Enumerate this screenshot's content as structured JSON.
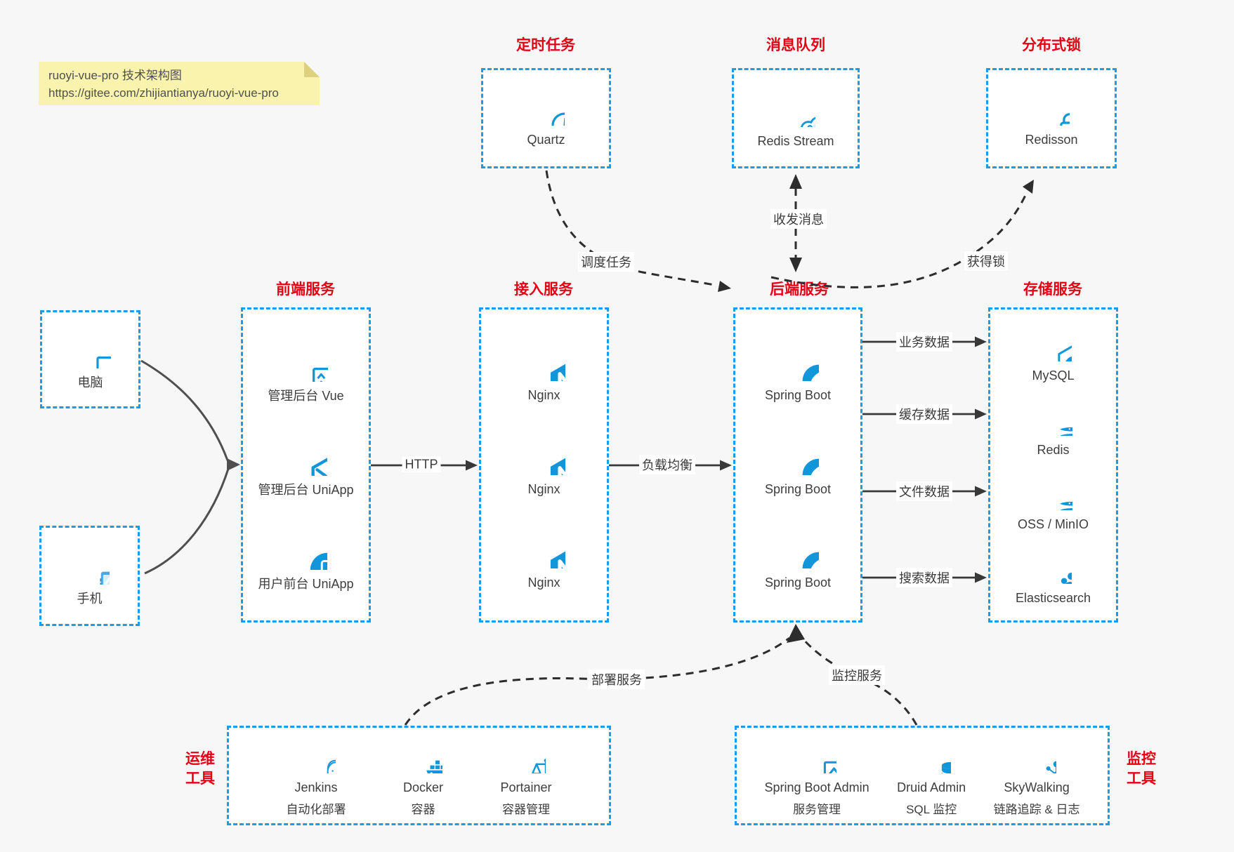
{
  "colors": {
    "accent_blue": "#1296db",
    "border_blue": "#1b9be9",
    "title_red": "#e60014",
    "canvas_bg": "#f7f7f7",
    "note_bg": "#faf3ae",
    "connector_dark": "#2d2d2d"
  },
  "note": {
    "line1": "ruoyi-vue-pro 技术架构图",
    "line2": "https://gitee.com/zhijiantianya/ruoyi-vue-pro"
  },
  "top_groups": [
    {
      "title": "定时任务",
      "item": {
        "icon": "clock-icon",
        "label": "Quartz"
      }
    },
    {
      "title": "消息队列",
      "item": {
        "icon": "cloud-stream-icon",
        "label": "Redis Stream"
      }
    },
    {
      "title": "分布式锁",
      "item": {
        "icon": "lock-icon",
        "label": "Redisson"
      }
    }
  ],
  "clients": [
    {
      "icon": "desktop-icon",
      "label": "电脑"
    },
    {
      "icon": "smartphone-icon",
      "label": "手机"
    }
  ],
  "columns": [
    {
      "title": "前端服务",
      "items": [
        {
          "icon": "admin-vue-icon",
          "label": "管理后台 Vue"
        },
        {
          "icon": "cube-uniapp-icon",
          "label": "管理后台 UniApp"
        },
        {
          "icon": "mobile-app-icon",
          "label": "用户前台 UniApp"
        }
      ]
    },
    {
      "title": "接入服务",
      "items": [
        {
          "icon": "nginx-icon",
          "label": "Nginx"
        },
        {
          "icon": "nginx-icon",
          "label": "Nginx"
        },
        {
          "icon": "nginx-icon",
          "label": "Nginx"
        }
      ]
    },
    {
      "title": "后端服务",
      "items": [
        {
          "icon": "spring-boot-icon",
          "label": "Spring Boot"
        },
        {
          "icon": "spring-boot-icon",
          "label": "Spring Boot"
        },
        {
          "icon": "spring-boot-icon",
          "label": "Spring Boot"
        }
      ]
    },
    {
      "title": "存储服务",
      "items": [
        {
          "icon": "mysql-icon",
          "label": "MySQL"
        },
        {
          "icon": "redis-icon",
          "label": "Redis"
        },
        {
          "icon": "storage-stack-icon",
          "label": "OSS / MinIO"
        },
        {
          "icon": "elasticsearch-icon",
          "label": "Elasticsearch"
        }
      ]
    }
  ],
  "bottom_groups": [
    {
      "title": "运维\n工具",
      "items": [
        {
          "icon": "jenkins-icon",
          "label": "Jenkins",
          "sublabel": "自动化部署"
        },
        {
          "icon": "docker-icon",
          "label": "Docker",
          "sublabel": "容器"
        },
        {
          "icon": "portainer-icon",
          "label": "Portainer",
          "sublabel": "容器管理"
        }
      ]
    },
    {
      "title": "监控\n工具",
      "items": [
        {
          "icon": "monitor-chart-icon",
          "label": "Spring Boot Admin",
          "sublabel": "服务管理"
        },
        {
          "icon": "database-icon",
          "label": "Druid Admin",
          "sublabel": "SQL 监控"
        },
        {
          "icon": "skywalking-icon",
          "label": "SkyWalking",
          "sublabel": "链路追踪 & 日志"
        }
      ]
    }
  ],
  "edge_labels": {
    "schedule": "调度任务",
    "message": "收发消息",
    "lock": "获得锁",
    "http": "HTTP",
    "load_balance": "负载均衡",
    "business_data": "业务数据",
    "cache_data": "缓存数据",
    "file_data": "文件数据",
    "search_data": "搜索数据",
    "deploy": "部署服务",
    "monitor": "监控服务"
  }
}
